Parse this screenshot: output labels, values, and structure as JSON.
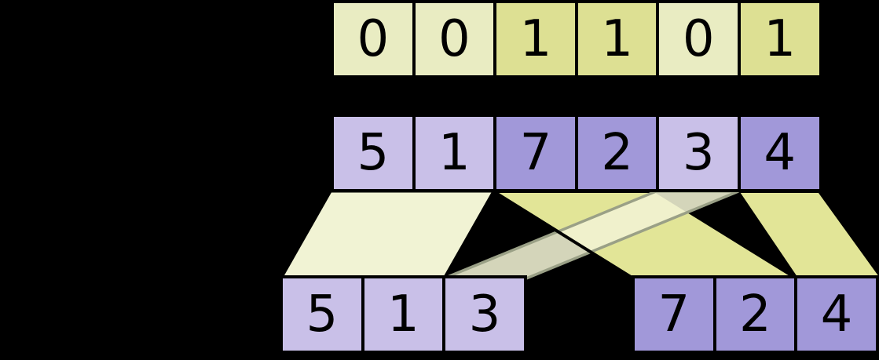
{
  "diagram": {
    "rows": {
      "flags": {
        "values": [
          "0",
          "0",
          "1",
          "1",
          "0",
          "1"
        ]
      },
      "input": {
        "values": [
          "5",
          "1",
          "7",
          "2",
          "3",
          "4"
        ]
      },
      "output_left": {
        "values": [
          "5",
          "1",
          "3"
        ]
      },
      "output_right": {
        "values": [
          "7",
          "2",
          "4"
        ]
      }
    },
    "colors": {
      "background": "#000000",
      "flag_zero_cell": "#e9ecc2",
      "flag_one_cell": "#dde093",
      "data_light_cell": "#c9c0e8",
      "data_dark_cell": "#a198d9",
      "band_light": "#f1f3d4",
      "band_dark": "#e2e597",
      "band_light_stroke": "#9aa086",
      "cell_border": "#000000"
    }
  }
}
